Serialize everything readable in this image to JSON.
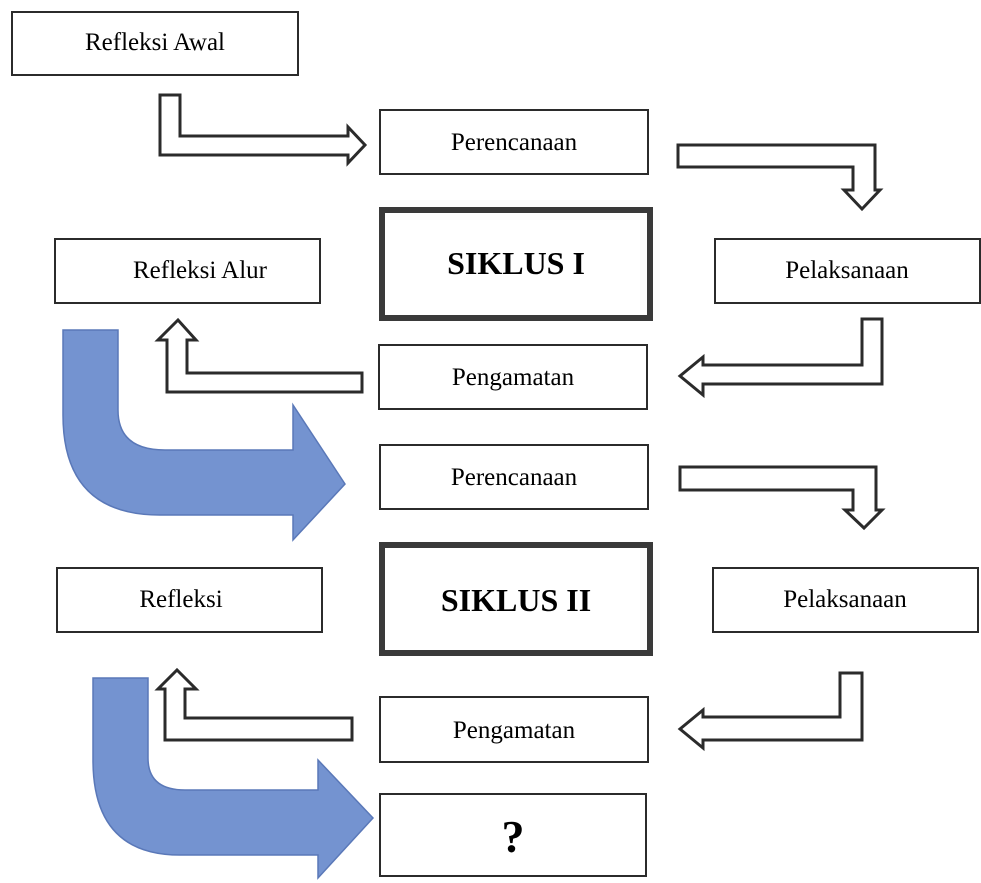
{
  "cycle1": {
    "initial_reflection": "Refleksi Awal",
    "planning": "Perencanaan",
    "title": "SIKLUS I",
    "implementation": "Pelaksanaan",
    "observation": "Pengamatan",
    "reflection": "Refleksi Alur"
  },
  "cycle2": {
    "planning": "Perencanaan",
    "title": "SIKLUS II",
    "implementation": "Pelaksanaan",
    "observation": "Pengamatan",
    "reflection": "Refleksi"
  },
  "next_step": "?",
  "colors": {
    "box_stroke": "#2b2b2b",
    "cycle_arrow_fill": "#7493d0"
  }
}
